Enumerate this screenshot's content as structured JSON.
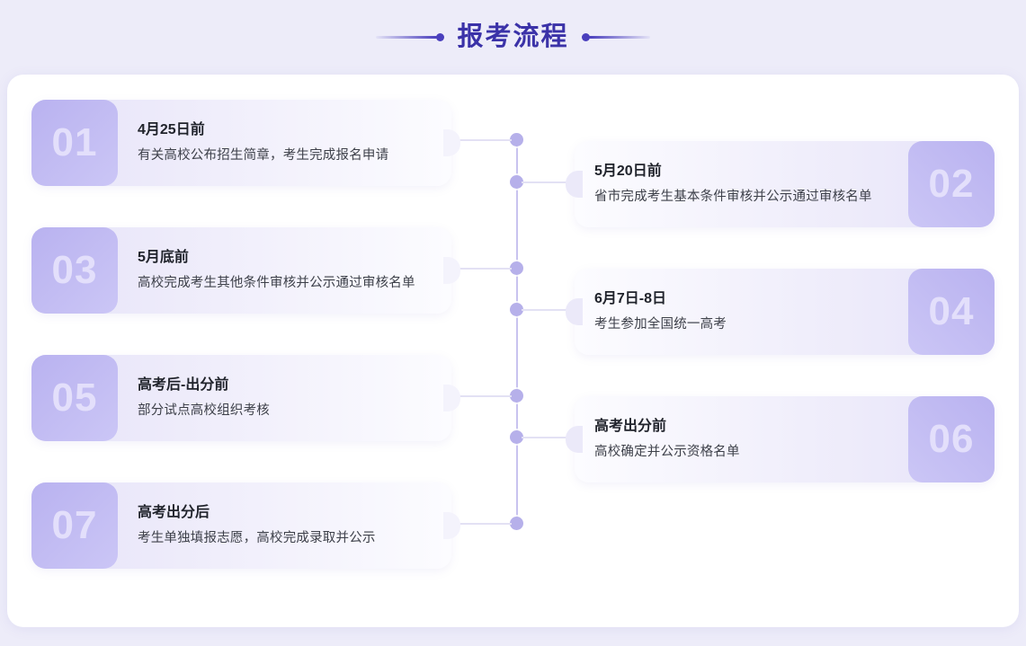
{
  "header": {
    "title": "报考流程",
    "deco_left_icon": "line-dot-decoration",
    "deco_right_icon": "dot-line-decoration"
  },
  "timeline": {
    "accent_color": "#b6b0ea",
    "spine_color": "#c8c3ef",
    "title_color": "#3b32a8",
    "badge_gradient_from": "#b9b2f0",
    "badge_gradient_to": "#cbc6f6",
    "card_gradient_from": "#e6e3f8",
    "card_gradient_to": "#fcfcff",
    "steps": [
      {
        "number": "01",
        "side": "left",
        "title": "4月25日前",
        "desc": "有关高校公布招生简章，考生完成报名申请"
      },
      {
        "number": "02",
        "side": "right",
        "title": "5月20日前",
        "desc": "省市完成考生基本条件审核并公示通过审核名单"
      },
      {
        "number": "03",
        "side": "left",
        "title": "5月底前",
        "desc": "高校完成考生其他条件审核并公示通过审核名单"
      },
      {
        "number": "04",
        "side": "right",
        "title": "6月7日-8日",
        "desc": "考生参加全国统一高考"
      },
      {
        "number": "05",
        "side": "left",
        "title": "高考后-出分前",
        "desc": "部分试点高校组织考核"
      },
      {
        "number": "06",
        "side": "right",
        "title": "高考出分前",
        "desc": "高校确定并公示资格名单"
      },
      {
        "number": "07",
        "side": "left",
        "title": "高考出分后",
        "desc": "考生单独填报志愿，高校完成录取并公示"
      }
    ]
  }
}
